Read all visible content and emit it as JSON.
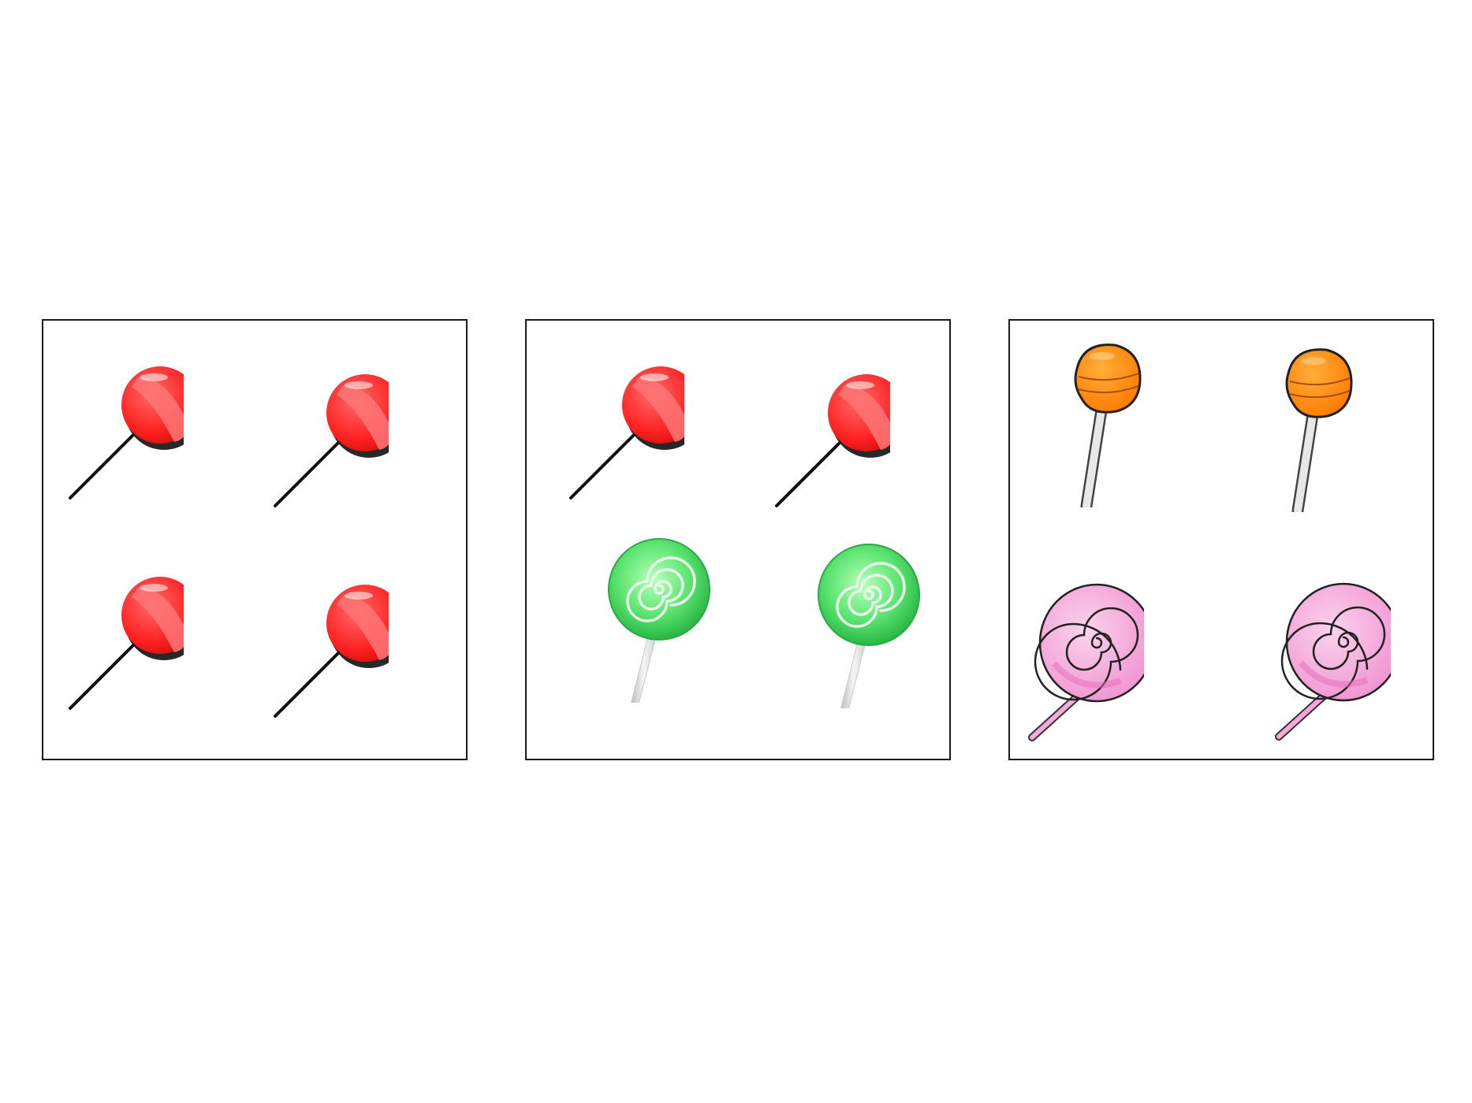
{
  "panels": [
    {
      "name": "red-lollipop-group",
      "items": [
        "red-lollipop",
        "red-lollipop",
        "red-lollipop",
        "red-lollipop"
      ]
    },
    {
      "name": "mixed-red-green-group",
      "items": [
        "red-lollipop",
        "red-lollipop",
        "green-swirl-lollipop",
        "green-swirl-lollipop"
      ]
    },
    {
      "name": "mixed-orange-pink-group",
      "items": [
        "orange-lollipop",
        "orange-lollipop",
        "pink-swirl-lollipop",
        "pink-swirl-lollipop"
      ]
    }
  ],
  "colors": {
    "red": "#ff2b2b",
    "red_stripe": "#ff7070",
    "green": "#3ed65a",
    "orange": "#ff8a00",
    "pink": "#f3a3d6",
    "border": "#1a1a1a"
  }
}
